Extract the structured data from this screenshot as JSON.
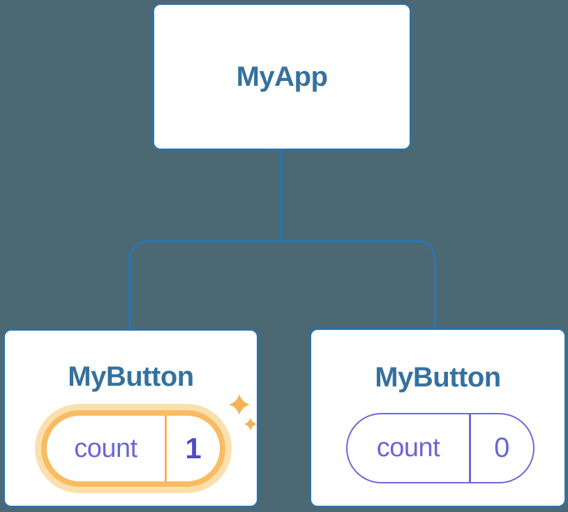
{
  "diagram": {
    "description": "React component tree with state",
    "colors": {
      "background": "#4C6872",
      "node_border_blue": "#2F71A4",
      "connector_blue": "#2F74AA",
      "title_blue": "#35719E",
      "state_purple": "#6A66D4",
      "state_value_dark_purple": "#4E4AC8",
      "highlight_orange": "#F9BC63",
      "highlight_halo": "#FBE0AE",
      "sparkle_orange": "#F7B258"
    },
    "root": {
      "title": "MyApp"
    },
    "children": [
      {
        "title": "MyButton",
        "highlighted": "true",
        "state": {
          "label": "count",
          "value": "1"
        }
      },
      {
        "title": "MyButton",
        "highlighted": "false",
        "state": {
          "label": "count",
          "value": "0"
        }
      }
    ]
  }
}
